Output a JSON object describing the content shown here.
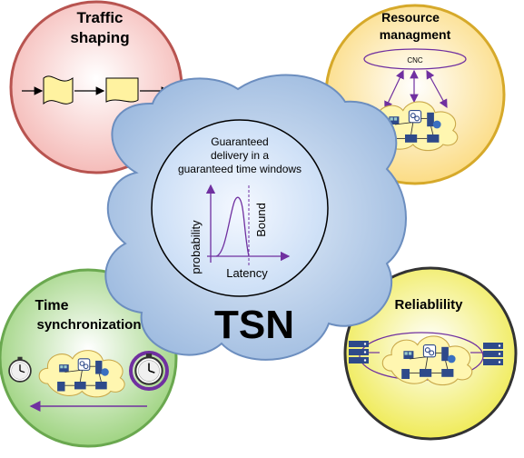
{
  "circles": {
    "traffic_shaping": {
      "title_line1": "Traffic",
      "title_line2": "shaping"
    },
    "resource_management": {
      "title_line1": "Resource",
      "title_line2": "managment",
      "controller_label": "CNC"
    },
    "time_sync": {
      "title_line1": "Time",
      "title_line2": "synchronization"
    },
    "reliability": {
      "title": "Reliablility"
    }
  },
  "center": {
    "guarantee_line1": "Guaranteed",
    "guarantee_line2": "delivery in a",
    "guarantee_line3": "guaranteed time windows",
    "y_axis_label": "probability",
    "bound_label": "Bound",
    "x_axis_label": "Latency"
  },
  "tsn_label": "TSN",
  "colors": {
    "traffic_fill": "#f8cecc",
    "traffic_stroke": "#b85450",
    "resource_fill": "#fde8a0",
    "resource_stroke": "#d6b656",
    "time_fill": "#b9e0a5",
    "time_stroke": "#82b366",
    "reliability_fill": "#f5f18a",
    "reliability_stroke": "#555555",
    "cloud_fill": "#b4cde8",
    "cloud_stroke": "#6c8ebf",
    "inner_fill": "#dae8fc",
    "shape_fill": "#fff2a0",
    "purple": "#7030a0"
  }
}
